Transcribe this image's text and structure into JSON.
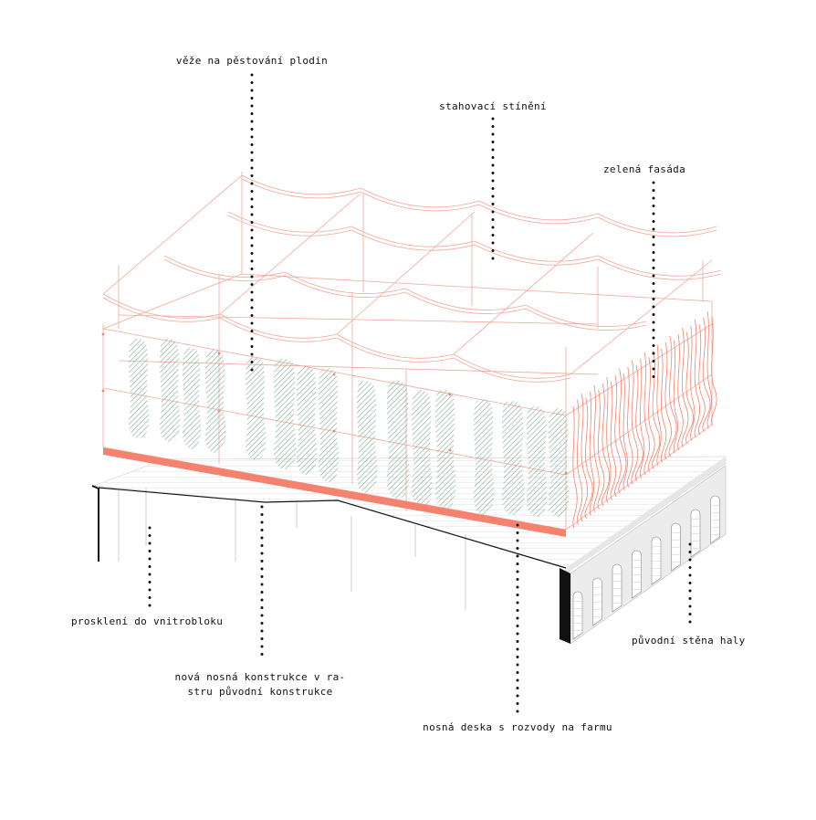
{
  "labels": {
    "towers": "věže na pěstování plodin",
    "shading": "stahovací stínění",
    "green_facade": "zelená fasáda",
    "glazing": "prosklení do vnitrobloku",
    "new_structure_line1": "nová nosná konstrukce v ra-",
    "new_structure_line2": "stru původní konstrukce",
    "slab": "nosná deska s rozvody na farmu",
    "original_wall": "původní stěna haly"
  },
  "colors": {
    "salmon": "#f4826e",
    "salmon_light": "#f2a898",
    "green_hatch": "#8fb5a0",
    "ink": "#111111",
    "wall_fill": "#ececec",
    "grey_line": "#bdbdbd"
  }
}
